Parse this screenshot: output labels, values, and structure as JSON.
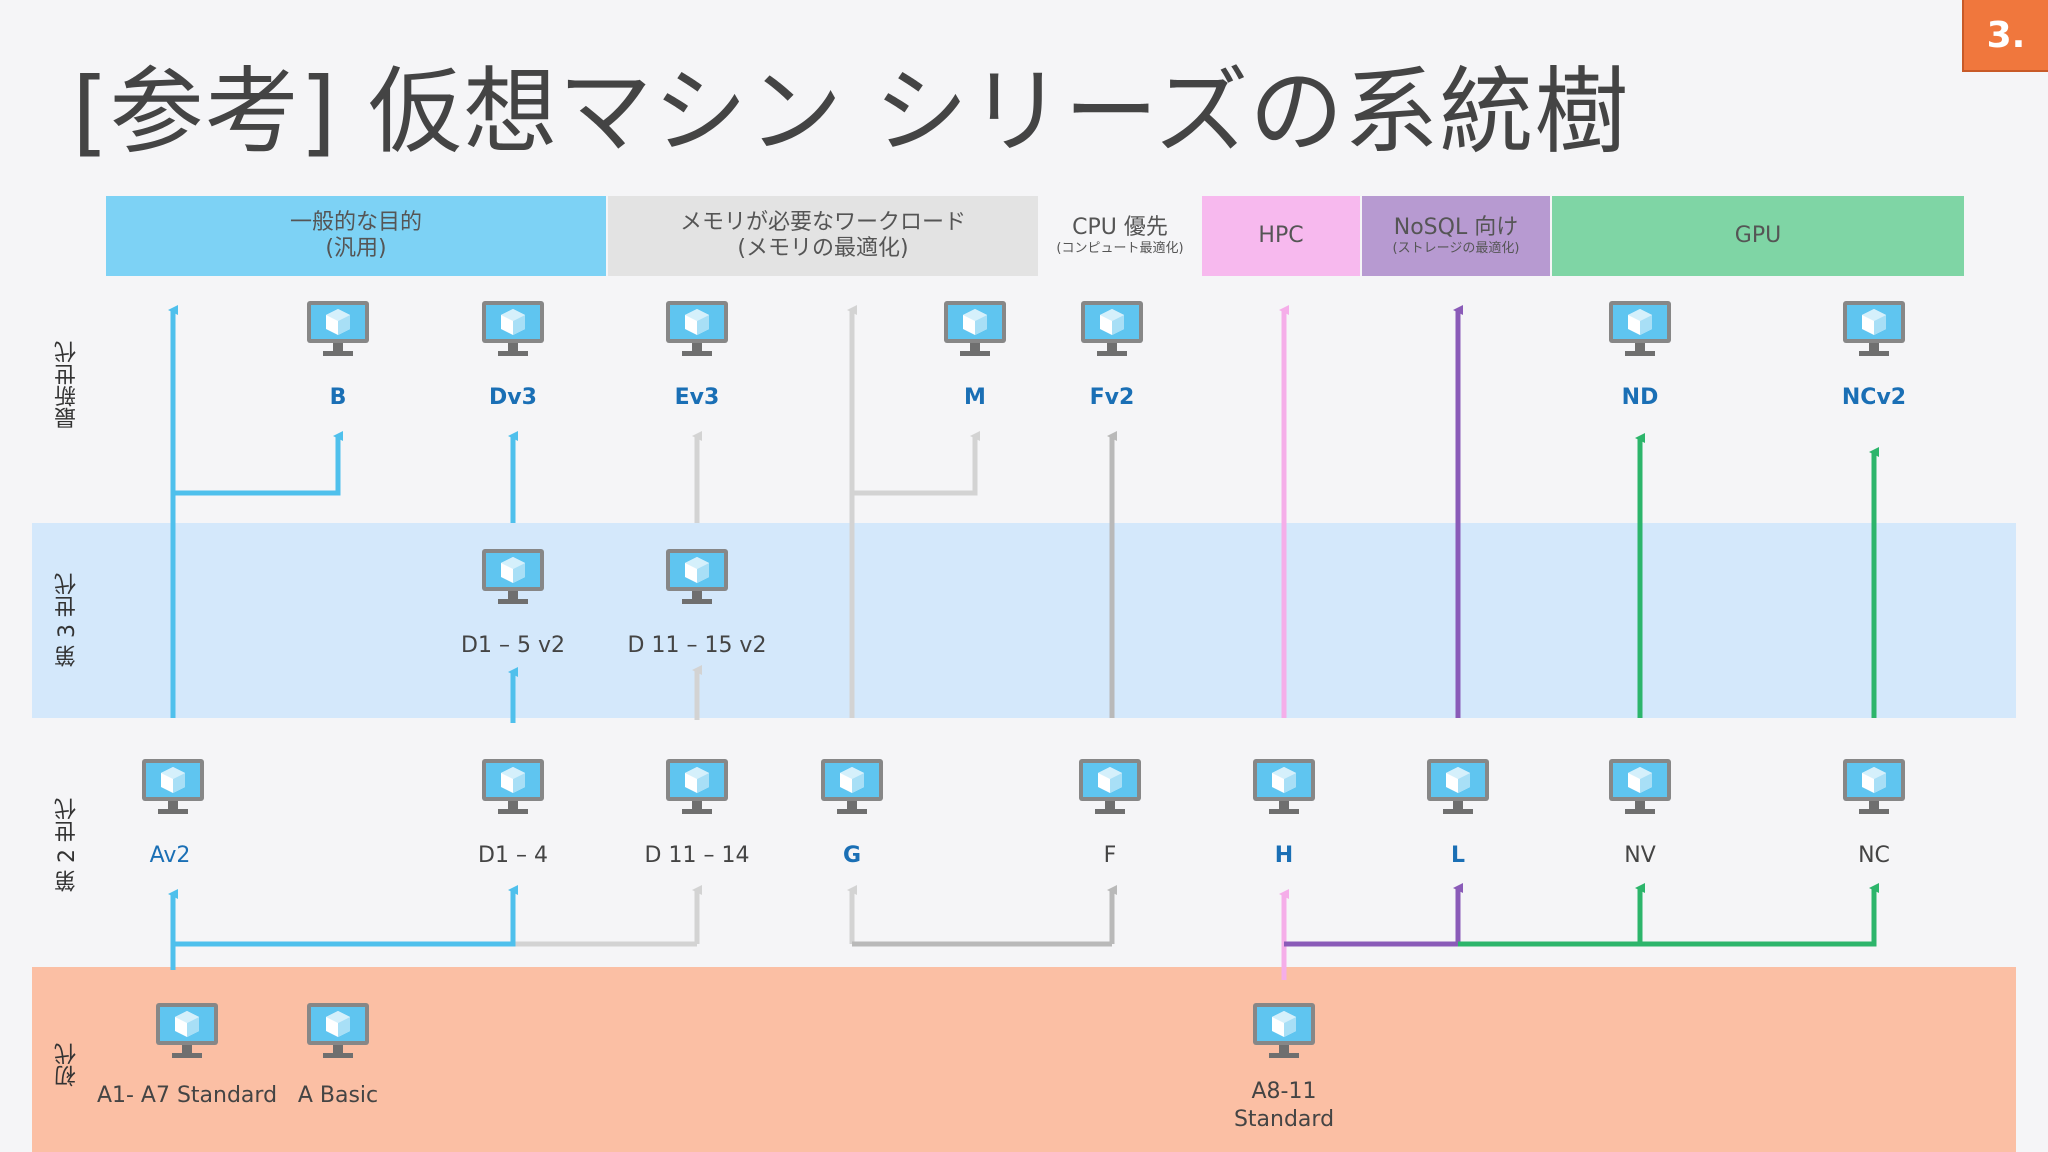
{
  "page_badge": "3.",
  "title": "[参考] 仮想マシン シリーズの系統樹",
  "categories": [
    {
      "main": "一般的な目的",
      "sub": "(汎用)",
      "color": "#7dd2f5"
    },
    {
      "main": "メモリが必要なワークロード",
      "sub": "(メモリの最適化)",
      "color": "#e3e3e3"
    },
    {
      "main": "CPU 優先",
      "sub": "(コンピュート最適化)",
      "color": "#f5f5f7"
    },
    {
      "main": "HPC",
      "sub": "",
      "color": "#f7b9ee"
    },
    {
      "main": "NoSQL 向け",
      "sub": "(ストレージの最適化)",
      "color": "#b79ad1"
    },
    {
      "main": "GPU",
      "sub": "",
      "color": "#7fd5a5"
    }
  ],
  "generations": {
    "latest": "最新世代",
    "third": "第 3 世代",
    "second": "第 2 世代",
    "first": "初代"
  },
  "band_colors": {
    "third": "#d4e8fb",
    "first": "#fbbfa4"
  },
  "line_colors": {
    "general": "#4fc0ec",
    "memory": "#d3d3d3",
    "cpu": "#b9b9b9",
    "hpc": "#f5aee9",
    "nosql": "#8a5bb8",
    "gpu": "#2db56b"
  },
  "nodes": {
    "B": "B",
    "Dv3": "Dv3",
    "Ev3": "Ev3",
    "M": "M",
    "Fv2": "Fv2",
    "ND": "ND",
    "NCv2": "NCv2",
    "D1_5v2": "D1 – 5 v2",
    "D11_15v2": "D 11 – 15 v2",
    "Av2": "Av2",
    "D1_4": "D1 – 4",
    "D11_14": "D 11 – 14",
    "G": "G",
    "F": "F",
    "H": "H",
    "L": "L",
    "NV": "NV",
    "NC": "NC",
    "A1_A7": "A1- A7 Standard",
    "ABasic": "A Basic",
    "A8_11_line1": "A8-11",
    "A8_11_line2": "Standard"
  },
  "icon_name": "virtual-machine-icon"
}
